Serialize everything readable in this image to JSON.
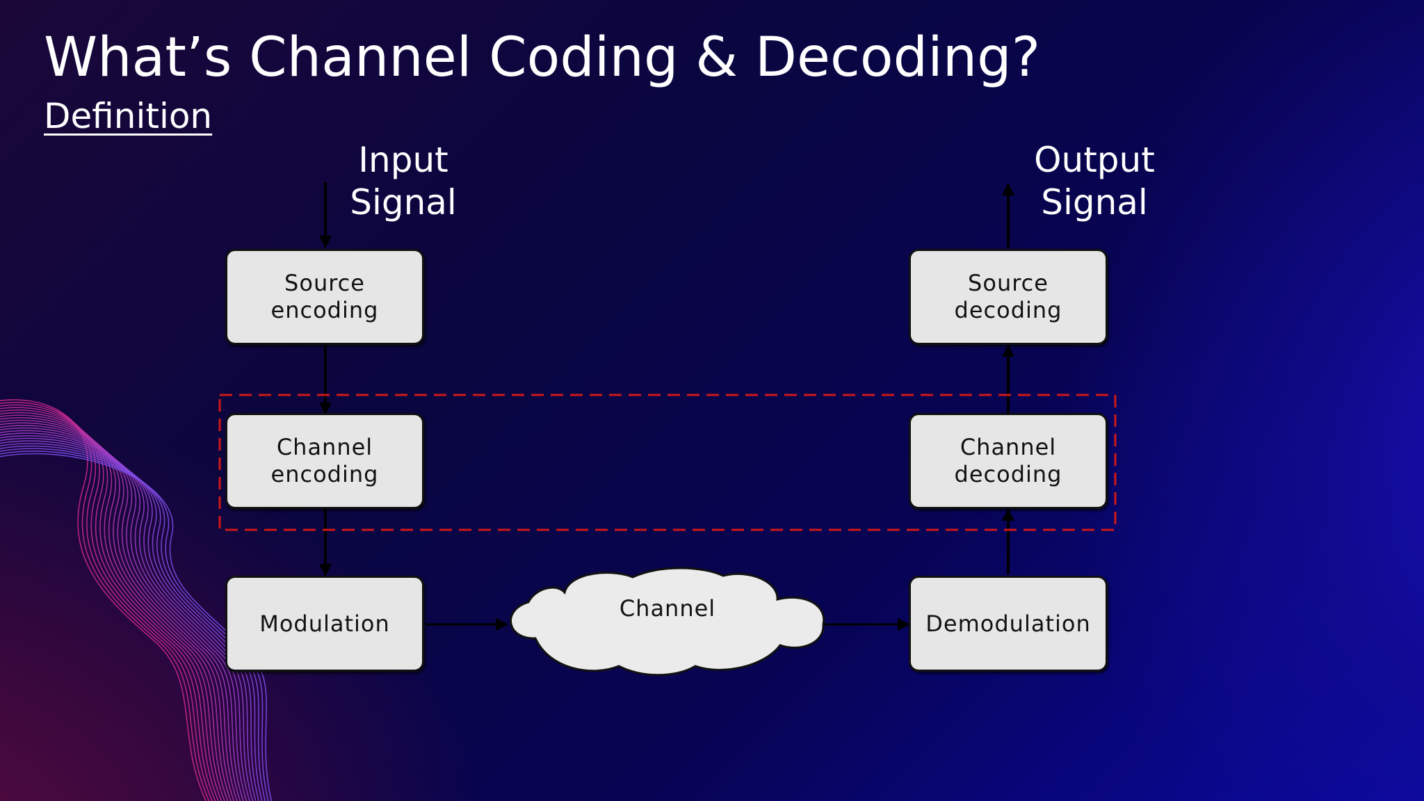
{
  "slide": {
    "title": "What’s Channel Coding & Decoding?",
    "subtitle": "Definition"
  },
  "diagram": {
    "input_label": [
      "Input",
      "Signal"
    ],
    "output_label": [
      "Output",
      "Signal"
    ],
    "transmit_chain": {
      "source_encoding": [
        "Source",
        "encoding"
      ],
      "channel_encoding": [
        "Channel",
        "encoding"
      ],
      "modulation": [
        "Modulation"
      ]
    },
    "channel": "Channel",
    "receive_chain": {
      "source_decoding": [
        "Source",
        "decoding"
      ],
      "channel_decoding": [
        "Channel",
        "decoding"
      ],
      "demodulation": [
        "Demodulation"
      ]
    },
    "colors": {
      "box_fill": "#e6e6e6",
      "highlight_dash": "#d01818",
      "wave_lines": "#c0397a"
    }
  }
}
